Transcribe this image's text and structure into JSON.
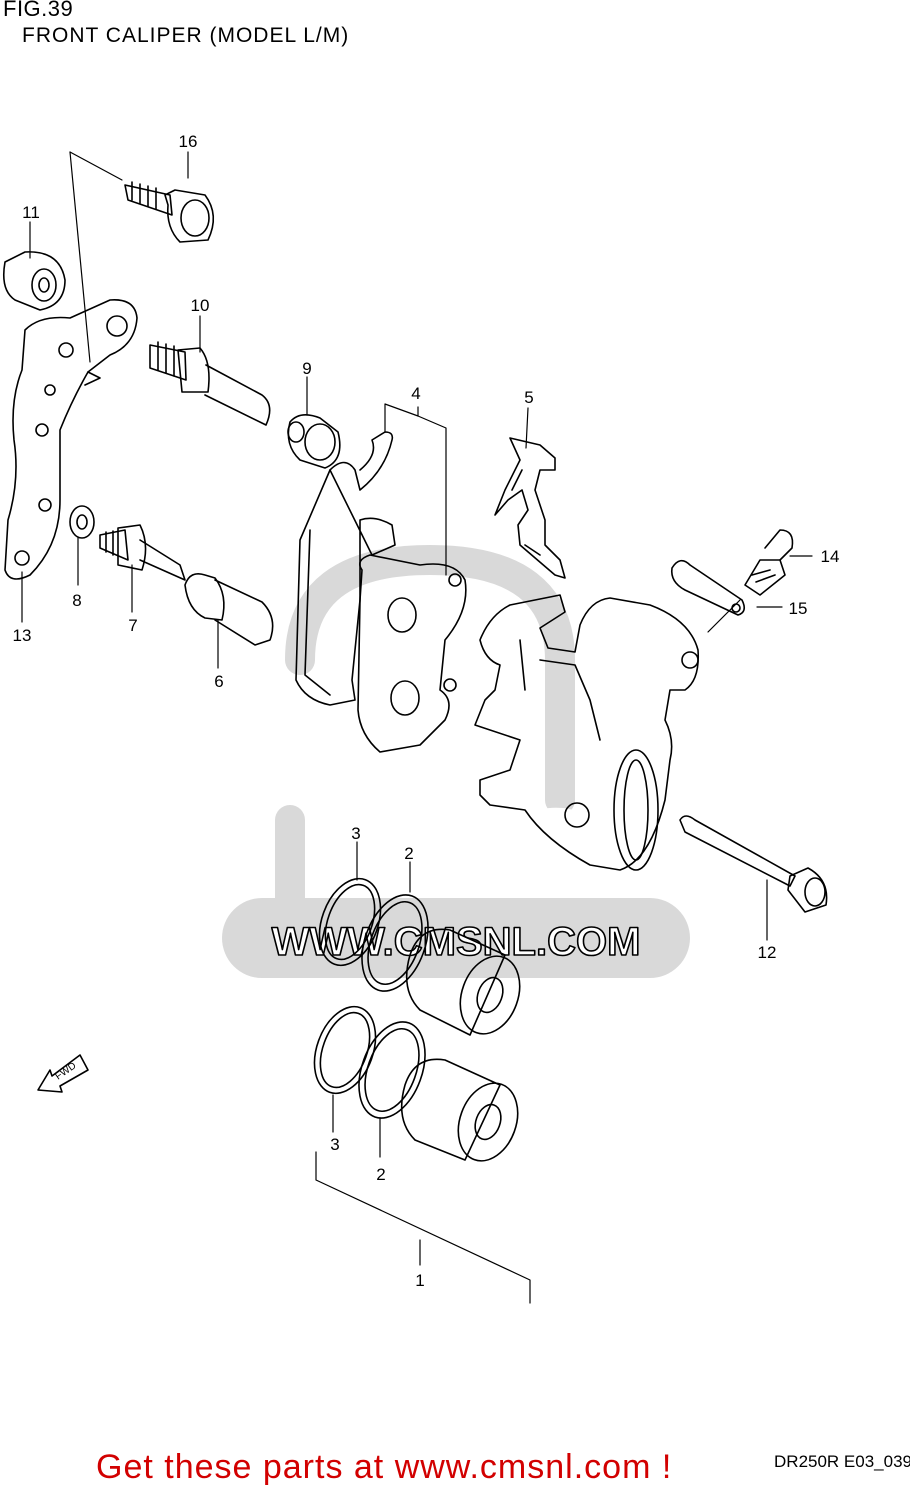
{
  "figure": {
    "number": "FIG.39",
    "title": "FRONT CALIPER (MODEL L/M)"
  },
  "callouts": [
    {
      "id": "16",
      "text": "16"
    },
    {
      "id": "11",
      "text": "11"
    },
    {
      "id": "10",
      "text": "10"
    },
    {
      "id": "9",
      "text": "9"
    },
    {
      "id": "4",
      "text": "4"
    },
    {
      "id": "5",
      "text": "5"
    },
    {
      "id": "14",
      "text": "14"
    },
    {
      "id": "15",
      "text": "15"
    },
    {
      "id": "8",
      "text": "8"
    },
    {
      "id": "7",
      "text": "7"
    },
    {
      "id": "6",
      "text": "6"
    },
    {
      "id": "13",
      "text": "13"
    },
    {
      "id": "3a",
      "text": "3"
    },
    {
      "id": "2a",
      "text": "2"
    },
    {
      "id": "12",
      "text": "12"
    },
    {
      "id": "3b",
      "text": "3"
    },
    {
      "id": "2b",
      "text": "2"
    },
    {
      "id": "1",
      "text": "1"
    }
  ],
  "fwd_label": "FWD",
  "watermark": {
    "logo_text": "CMS",
    "url_text": "WWW.CMSNL.COM"
  },
  "diagram_code": "DR250R E03_039",
  "promo_text": "Get these parts at www.cmsnl.com !",
  "colors": {
    "promo": "#d20000",
    "watermark": "#d9d9d9",
    "line": "#000000"
  }
}
